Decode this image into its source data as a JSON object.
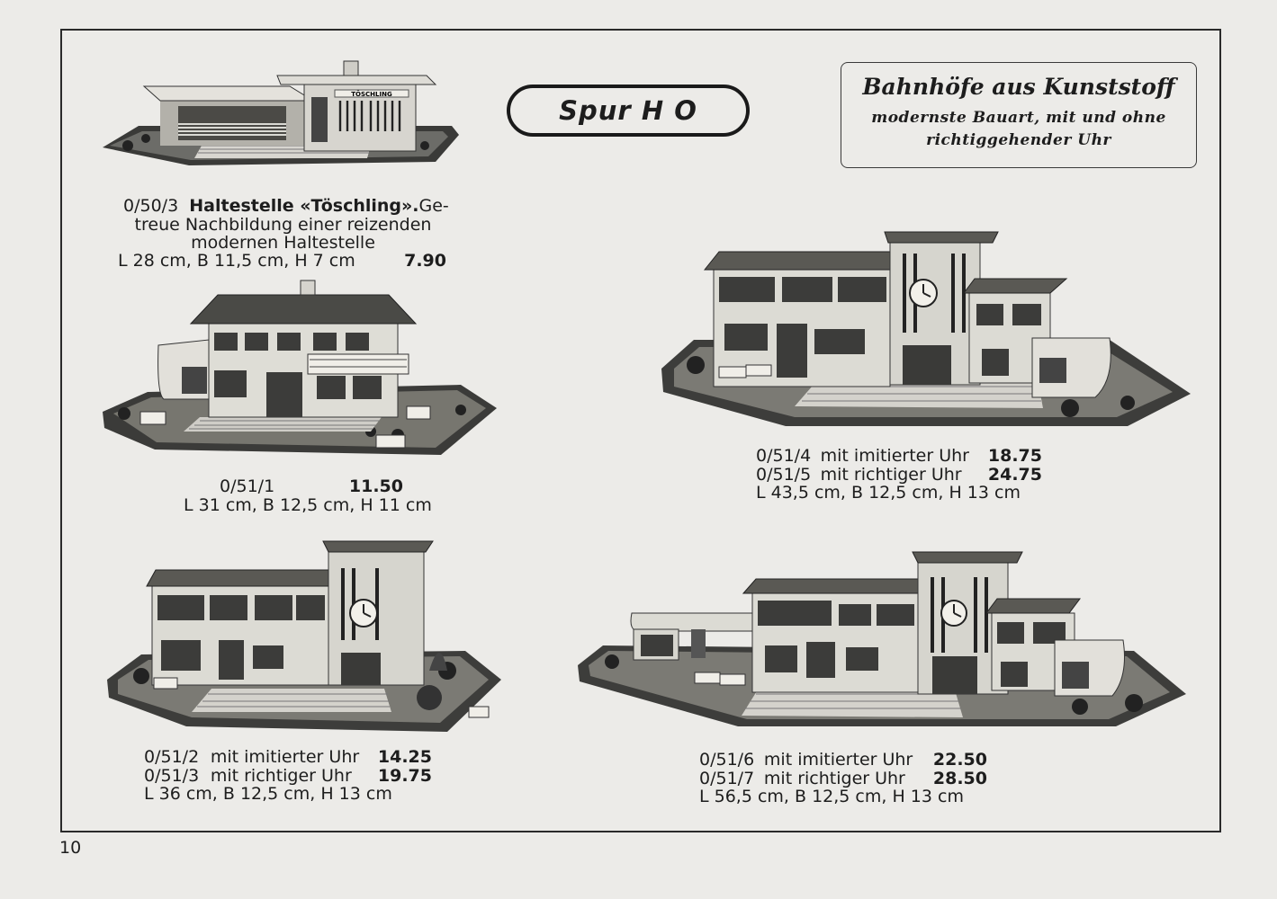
{
  "badge": {
    "label": "Spur H O"
  },
  "header": {
    "title": "Bahnhöfe aus Kunststoff",
    "subtitle_line1": "modernste Bauart, mit und ohne",
    "subtitle_line2": "richtiggehender Uhr"
  },
  "items": {
    "toeschling": {
      "sign": "TÖSCHLING",
      "code": "0/50/3",
      "name": "Haltestelle «Töschling».",
      "desc_a": "Ge-",
      "desc_b": "treue Nachbildung einer reizenden",
      "desc_c": "modernen Haltestelle",
      "dims": "L 28 cm, B 11,5 cm, H 7 cm",
      "price": "7.90"
    },
    "s51_1": {
      "code": "0/51/1",
      "price": "11.50",
      "dims": "L 31 cm, B 12,5 cm, H 11 cm"
    },
    "s51_4": {
      "v1_code": "0/51/4",
      "v1_text": "mit imitierter Uhr",
      "v1_price": "18.75",
      "v2_code": "0/51/5",
      "v2_text": "mit richtiger Uhr",
      "v2_price": "24.75",
      "dims": "L 43,5 cm, B 12,5 cm, H 13 cm"
    },
    "s51_2": {
      "v1_code": "0/51/2",
      "v1_text": "mit imitierter Uhr",
      "v1_price": "14.25",
      "v2_code": "0/51/3",
      "v2_text": "mit richtiger Uhr",
      "v2_price": "19.75",
      "dims": "L 36 cm, B 12,5 cm, H 13 cm"
    },
    "s51_6": {
      "v1_code": "0/51/6",
      "v1_text": "mit imitierter Uhr",
      "v1_price": "22.50",
      "v2_code": "0/51/7",
      "v2_text": "mit richtiger Uhr",
      "v2_price": "28.50",
      "dims": "L 56,5 cm, B 12,5 cm, H 13 cm"
    }
  },
  "page_number": "10"
}
